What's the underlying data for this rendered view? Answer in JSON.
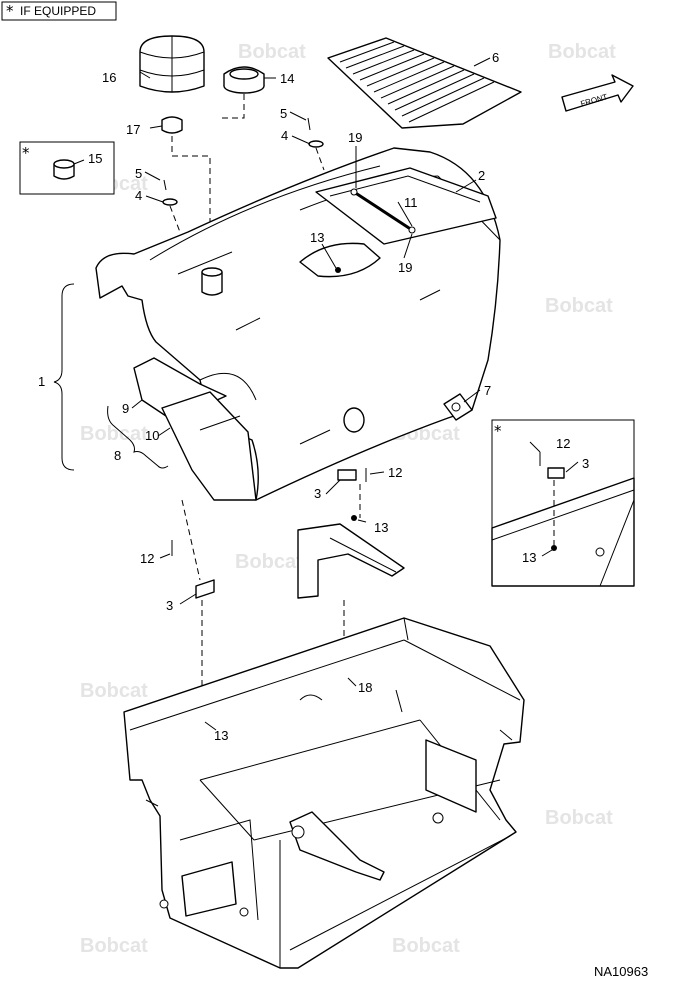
{
  "legend": {
    "star": "*",
    "text": "IF EQUIPPED"
  },
  "watermark": "Bobcat",
  "front_label": "FRONT",
  "drawing_number": "NA10963",
  "callouts": {
    "c1": "1",
    "c2": "2",
    "c3a": "3",
    "c3b": "3",
    "c3c": "3",
    "c4a": "4",
    "c4b": "4",
    "c5a": "5",
    "c5b": "5",
    "c6": "6",
    "c7": "7",
    "c8": "8",
    "c9": "9",
    "c10": "10",
    "c11": "11",
    "c12a": "12",
    "c12b": "12",
    "c12c": "12",
    "c13a": "13",
    "c13b": "13",
    "c13c": "13",
    "c13d": "13",
    "c14": "14",
    "c15": "15",
    "c16": "16",
    "c17": "17",
    "c18": "18",
    "c19a": "19",
    "c19b": "19"
  },
  "optional_marks": {
    "inset15": "*",
    "inset_right": "*"
  }
}
